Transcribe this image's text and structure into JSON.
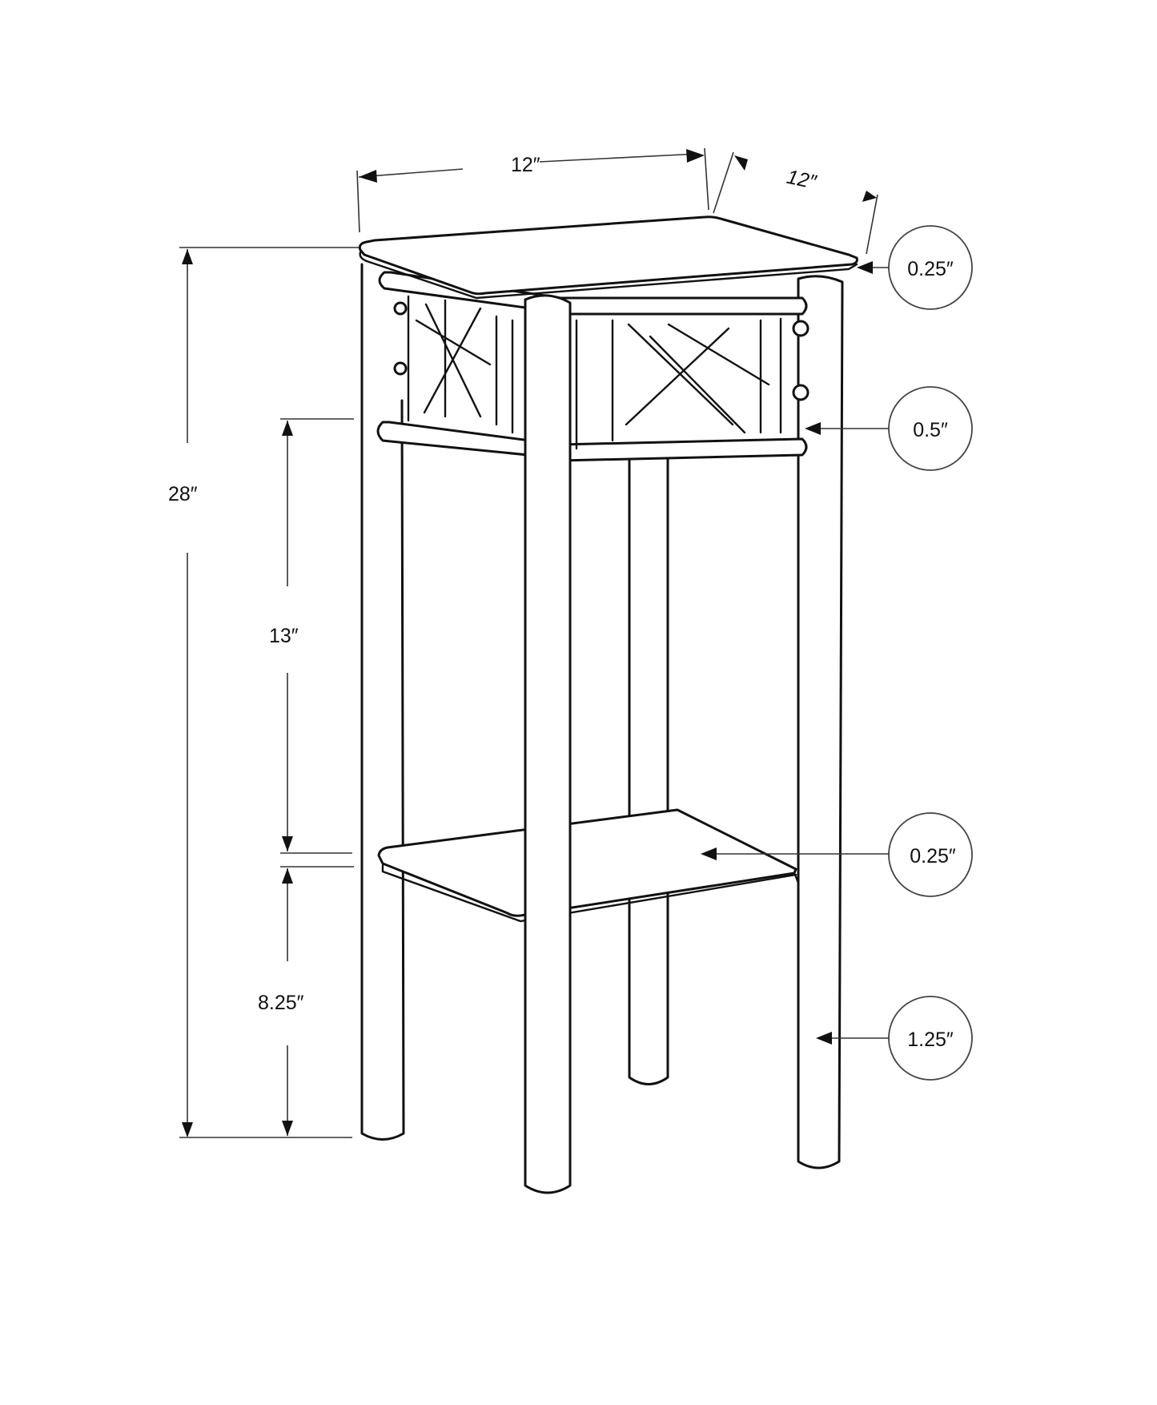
{
  "diagram": {
    "subject": "Plant stand / accent table dimension drawing",
    "dimensions": {
      "width": "12″",
      "depth": "12″",
      "total_height": "28″",
      "shelf_to_apron": "13″",
      "floor_to_shelf": "8.25″"
    },
    "callouts": [
      {
        "id": "top_thickness",
        "label": "0.25″"
      },
      {
        "id": "apron_rail",
        "label": "0.5″"
      },
      {
        "id": "shelf_thickness",
        "label": "0.25″"
      },
      {
        "id": "leg_diameter",
        "label": "1.25″"
      }
    ]
  }
}
